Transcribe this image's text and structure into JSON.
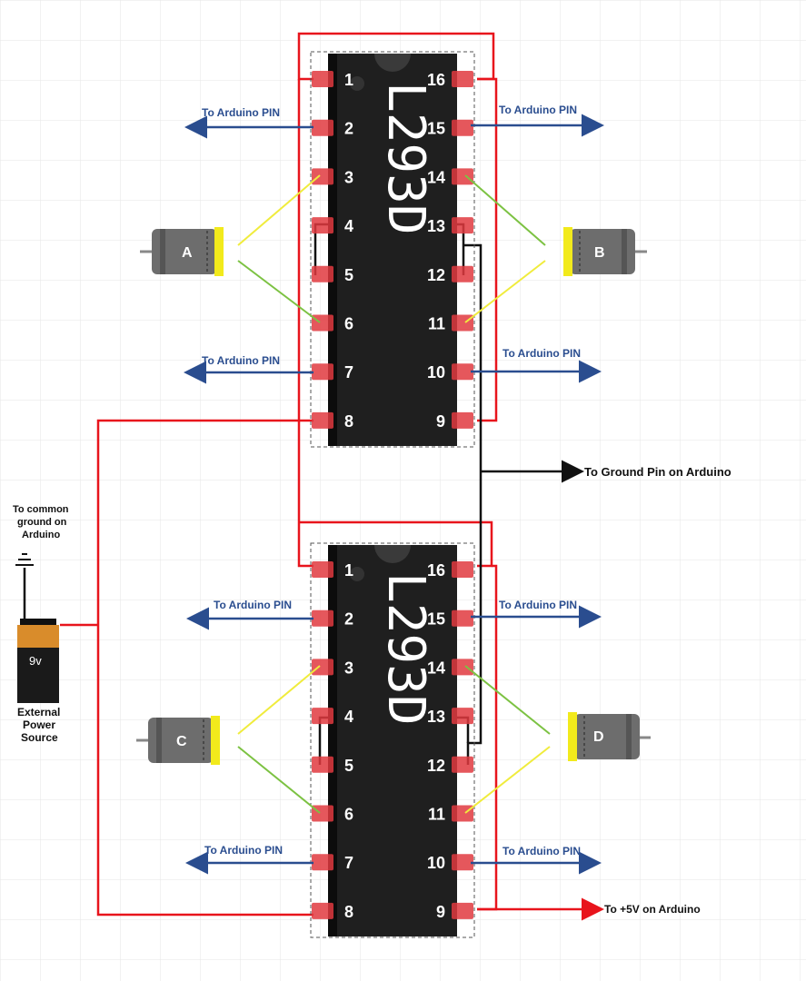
{
  "chips": [
    {
      "id": "top",
      "text": "L293D",
      "left_pins": [
        "1",
        "2",
        "3",
        "4",
        "5",
        "6",
        "7",
        "8"
      ],
      "right_pins": [
        "16",
        "15",
        "14",
        "13",
        "12",
        "11",
        "10",
        "9"
      ]
    },
    {
      "id": "bottom",
      "text": "L293D",
      "left_pins": [
        "1",
        "2",
        "3",
        "4",
        "5",
        "6",
        "7",
        "8"
      ],
      "right_pins": [
        "16",
        "15",
        "14",
        "13",
        "12",
        "11",
        "10",
        "9"
      ]
    }
  ],
  "motors": {
    "a": "A",
    "b": "B",
    "c": "C",
    "d": "D"
  },
  "labels": {
    "arduino_pin": "To Arduino PIN",
    "ground_pin": "To Ground Pin on Arduino",
    "plus5v": "To +5V on Arduino",
    "common_ground_line1": "To common",
    "common_ground_line2": "ground on",
    "common_ground_line3": "Arduino",
    "battery_voltage": "9v",
    "external_line1": "External",
    "external_line2": "Power",
    "external_line3": "Source"
  },
  "colors": {
    "power_wire": "#e8141c",
    "ground_wire": "#111111",
    "arrow_blue": "#2a4d8f",
    "chip_body": "#1f1f1f",
    "pin_pad": "#e0393f",
    "motor_wire_yellow": "#f0ec3c",
    "motor_wire_green": "#7cc242",
    "motor_body": "#6d6d6d",
    "motor_cap": "#f2ea1c"
  }
}
